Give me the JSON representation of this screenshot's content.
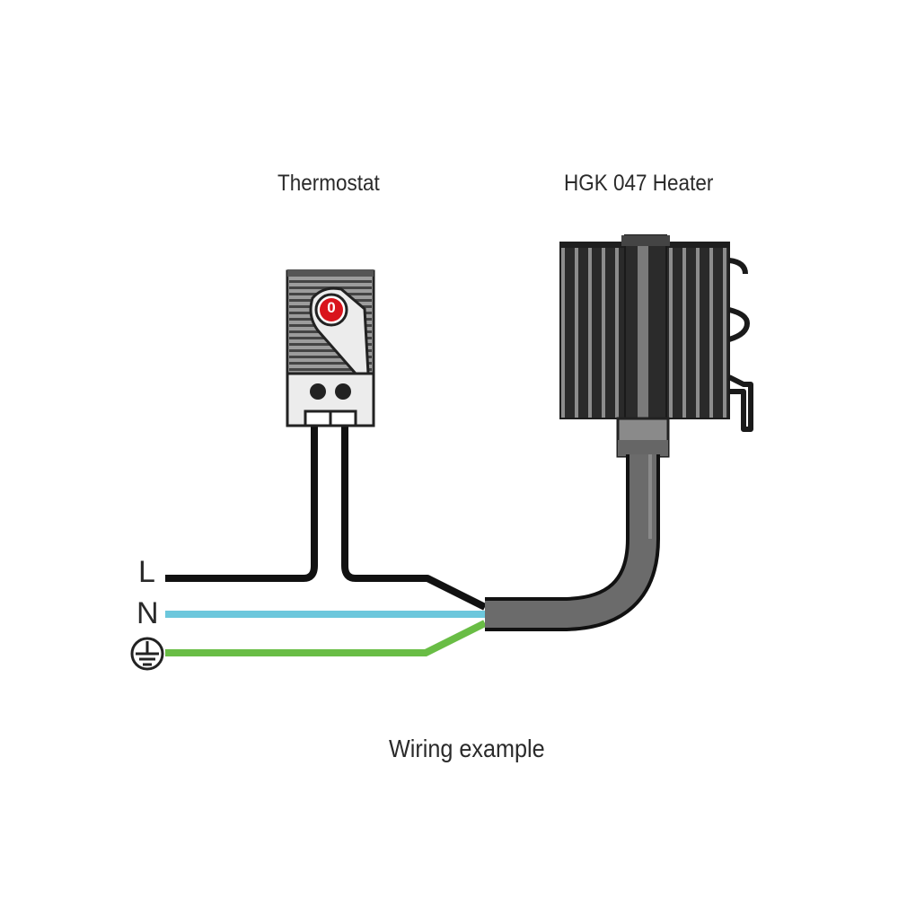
{
  "labels": {
    "thermostat": "Thermostat",
    "heater": "HGK 047 Heater",
    "caption": "Wiring example",
    "line_L": "L",
    "line_N": "N"
  },
  "thermostat_dial": "0",
  "icons": {
    "ground": "earth-ground-icon"
  },
  "colors": {
    "live_wire": "#111111",
    "neutral_wire": "#6cc7dc",
    "earth_wire": "#69bd45",
    "cable": "#6b6b6b",
    "dial": "#d9141c"
  }
}
